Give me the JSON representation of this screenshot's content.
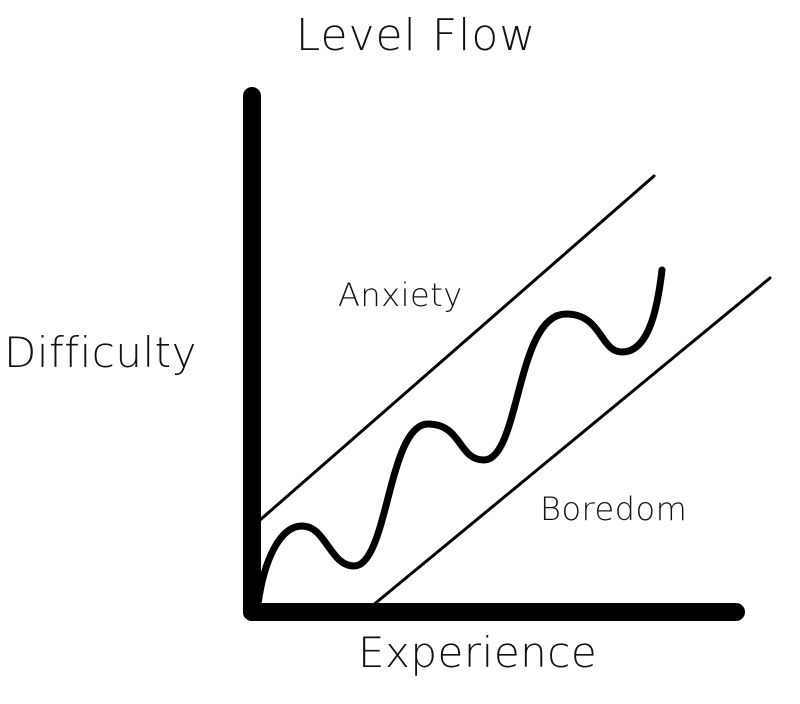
{
  "title": "Level Flow",
  "axes": {
    "x_label": "Experience",
    "y_label": "Difficulty"
  },
  "regions": {
    "upper": "Anxiety",
    "lower": "Boredom"
  },
  "colors": {
    "ink": "#000000",
    "background": "#ffffff"
  }
}
